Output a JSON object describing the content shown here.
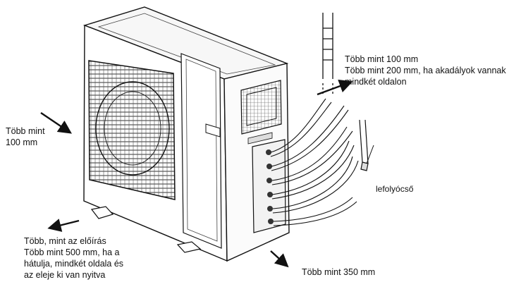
{
  "labels": {
    "left_clearance": [
      "Több mint",
      "100 mm"
    ],
    "top_right_clearance": [
      "Több mint 100 mm",
      "Több mint 200 mm, ha akadályok vannak",
      "mindkét oldalon"
    ],
    "drain_pipe": "lefolyócső",
    "bottom_left_clearance": [
      "Több,  mint az előírás",
      "Több mint 500 mm, ha a",
      "hátulja,  mindkét oldala  és",
      "az eleje ki van nyitva"
    ],
    "bottom_right_clearance": "Több  mint 350  mm"
  },
  "icons": {
    "unit": "outdoor-unit-illustration",
    "fan": "fan-grille-icon",
    "pipes": "refrigerant-pipes",
    "arrows": "direction-arrow-icon"
  }
}
